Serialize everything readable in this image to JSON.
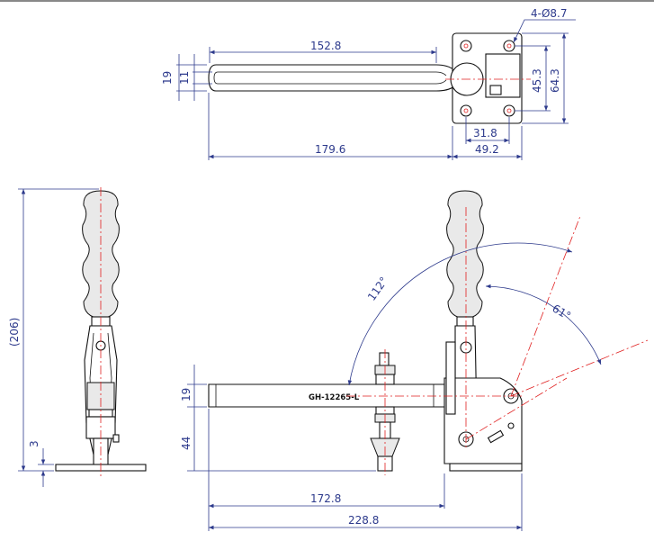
{
  "dimensions": {
    "holes": "4-Ø8.7",
    "handle_length": "152.8",
    "arm_length_top": "179.6",
    "base_width": "49.2",
    "hole_spacing_x": "31.8",
    "hole_spacing_y": "45.3",
    "base_height": "64.3",
    "arm_width": "19",
    "slot_width": "11",
    "overall_height": "(206)",
    "base_thickness": "3",
    "arm_height_side": "19",
    "spindle_height": "44",
    "spindle_reach": "172.8",
    "overall_length": "228.8",
    "open_angle": "112°",
    "handle_angle": "61°"
  },
  "part_label": "GH-12265-L"
}
